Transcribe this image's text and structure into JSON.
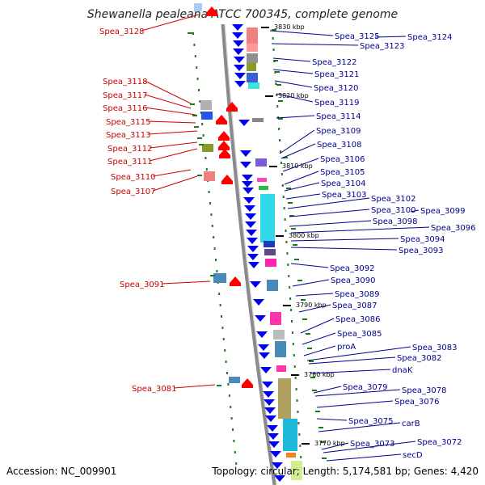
{
  "title": "Shewanella pealeana ATCC 700345, complete genome",
  "footer": {
    "accession": "Accession: NC_009901",
    "topology": "Topology: circular; Length: 5,174,581 bp; Genes: 4,420"
  },
  "colors": {
    "left_label": "#cc0000",
    "right_label": "#00008b",
    "backbone": "#888888",
    "tick": "#1a7a1a",
    "forward_arrow": "#ff0000",
    "reverse_arrow": "#0000ee"
  },
  "scale_marks": [
    "3830 kbp",
    "3820 kbp",
    "3810 kbp",
    "3800 kbp",
    "3790 kbp",
    "3780 kbp",
    "3770 kbp"
  ],
  "left_labels": [
    "Spea_3128",
    "Spea_3118",
    "Spea_3117",
    "Spea_3116",
    "Spea_3115",
    "Spea_3113",
    "Spea_3112",
    "Spea_3111",
    "Spea_3110",
    "Spea_3107",
    "Spea_3091",
    "Spea_3081"
  ],
  "right_labels": [
    "Spea_3125",
    "Spea_3124",
    "Spea_3123",
    "Spea_3122",
    "Spea_3121",
    "Spea_3120",
    "Spea_3119",
    "Spea_3114",
    "Spea_3109",
    "Spea_3108",
    "Spea_3106",
    "Spea_3105",
    "Spea_3104",
    "Spea_3103",
    "Spea_3102",
    "Spea_3100",
    "Spea_3099",
    "Spea_3098",
    "Spea_3096",
    "Spea_3094",
    "Spea_3093",
    "Spea_3092",
    "Spea_3090",
    "Spea_3089",
    "Spea_3087",
    "Spea_3086",
    "Spea_3085",
    "proA",
    "Spea_3083",
    "Spea_3082",
    "dnaK",
    "Spea_3079",
    "Spea_3078",
    "Spea_3076",
    "Spea_3075",
    "carB",
    "Spea_3073",
    "Spea_3072",
    "secD"
  ]
}
